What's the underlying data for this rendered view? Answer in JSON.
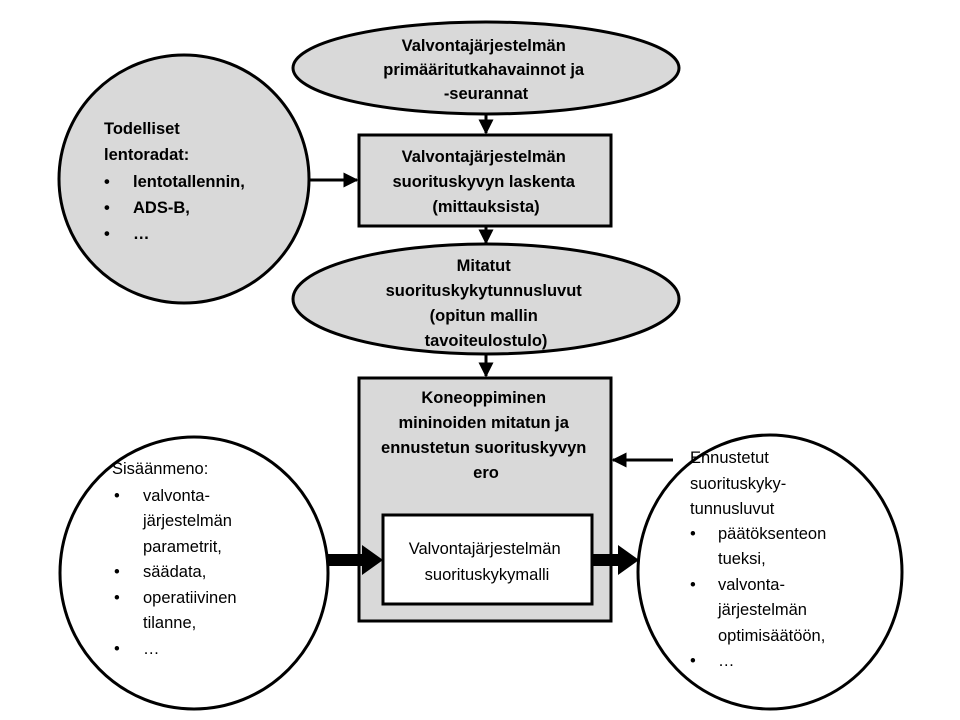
{
  "nodes": {
    "top_ellipse": {
      "lines": [
        "Valvontajärjestelmän",
        "primääritutkahavainnot ja",
        "-seurannat"
      ]
    },
    "calc_box": {
      "lines": [
        "Valvontajärjestelmän",
        "suorituskyvyn laskenta",
        "(mittauksista)"
      ]
    },
    "flight_circle": {
      "heading": [
        "Todelliset",
        "lentoradat:"
      ],
      "bullets": [
        "lentotallennin,",
        "ADS-B,",
        "…"
      ]
    },
    "measured_ellipse": {
      "lines": [
        "Mitatut",
        "suorituskykytunnusluvut",
        "(opitun mallin",
        "tavoiteulostulo)"
      ]
    },
    "ml_box": {
      "lines": [
        "Koneoppiminen",
        "mininoiden mitatun ja",
        "ennustetun suorituskyvyn",
        "ero"
      ]
    },
    "model_box": {
      "lines": [
        "Valvontajärjestelmän",
        "suorituskykymalli"
      ]
    },
    "input_circle": {
      "heading": [
        "Sisäänmeno:"
      ],
      "bullets": [
        [
          "valvonta-",
          "järjestelmän",
          "parametrit,"
        ],
        [
          "säädata,"
        ],
        [
          "operatiivinen",
          "tilanne,"
        ],
        [
          "…"
        ]
      ]
    },
    "output_circle": {
      "heading": [
        "Ennustetut",
        "suorituskyky-",
        "tunnusluvut"
      ],
      "bullets": [
        [
          "päätöksenteon",
          "tueksi,"
        ],
        [
          "valvonta-",
          "järjestelmän",
          "optimisäätöön,"
        ],
        [
          "…"
        ]
      ]
    }
  },
  "bullet_glyph": "•",
  "colors": {
    "shape_fill": "#d9d9d9",
    "stroke": "#000000",
    "inner_box_fill": "#ffffff"
  }
}
